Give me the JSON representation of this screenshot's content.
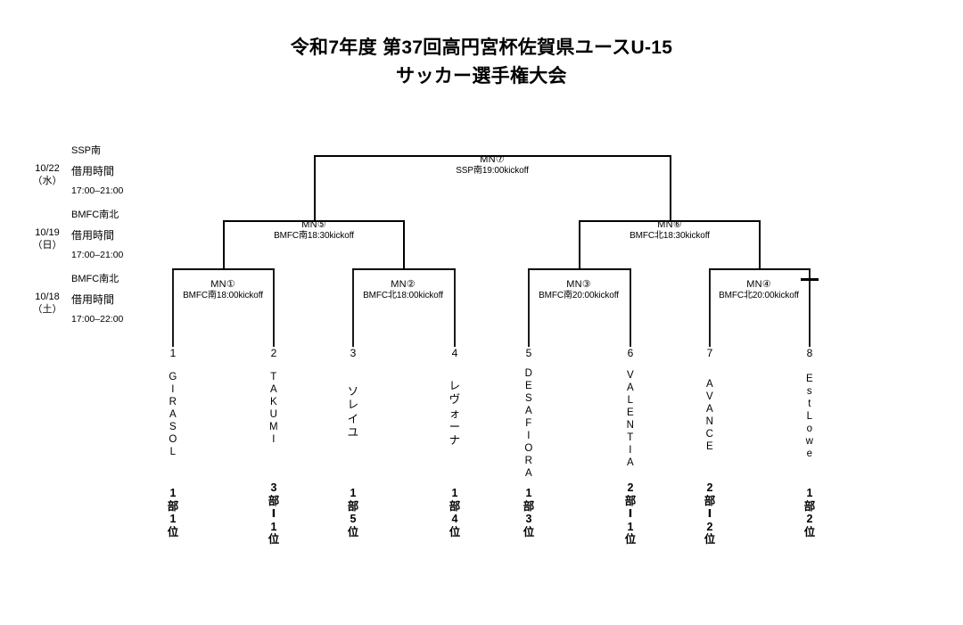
{
  "title": {
    "line1": "令和7年度 第37回高円宮杯佐賀県ユースU-15",
    "line2": "サッカー選手権大会"
  },
  "schedule": [
    {
      "venue": "SSP南",
      "date": "10/22\n（水）",
      "label": "借用時間",
      "time": "17:00–21:00"
    },
    {
      "venue": "BMFC南北",
      "date": "10/19\n（日）",
      "label": "借用時間",
      "time": "17:00–21:00"
    },
    {
      "venue": "BMFC南北",
      "date": "10/18\n（土）",
      "label": "借用時間",
      "time": "17:00–22:00"
    }
  ],
  "matches": [
    {
      "code": "MN①",
      "venue": "BMFC南18:00kickoff"
    },
    {
      "code": "MN②",
      "venue": "BMFC北18:00kickoff"
    },
    {
      "code": "MN③",
      "venue": "BMFC南20:00kickoff"
    },
    {
      "code": "MN④",
      "venue": "BMFC北20:00kickoff"
    },
    {
      "code": "MN⑤",
      "venue": "BMFC南18:30kickoff"
    },
    {
      "code": "MN⑥",
      "venue": "BMFC北18:30kickoff"
    },
    {
      "code": "MN⑦",
      "venue": "SSP南19:00kickoff"
    }
  ],
  "teams": [
    {
      "seed": "1",
      "name": "G\nI\nR\nA\nS\nO\nL",
      "rank": "1\n部\n1\n位"
    },
    {
      "seed": "2",
      "name": "T\nA\nK\nU\nM\nI",
      "rank": "3\n部\nⅠ\n1\n位"
    },
    {
      "seed": "3",
      "name": "ソ\nレ\nイ\nユ",
      "rank": "1\n部\n5\n位"
    },
    {
      "seed": "4",
      "name": "レ\nヴ\nォ\nー\nナ",
      "rank": "1\n部\n4\n位"
    },
    {
      "seed": "5",
      "name": "D\nE\nS\nA\nF\nI\nO\nR\nA",
      "rank": "1\n部\n3\n位"
    },
    {
      "seed": "6",
      "name": "V\nA\nL\nE\nN\nT\nI\nA",
      "rank": "2\n部\nⅠ\n1\n位"
    },
    {
      "seed": "7",
      "name": "A\nV\nA\nN\nC\nE",
      "rank": "2\n部\nⅠ\n2\n位"
    },
    {
      "seed": "8",
      "name": "E\ns\nt\nL\no\nw\ne",
      "rank": "1\n部\n2\n位"
    }
  ],
  "colors": {
    "line": "#000000",
    "text": "#000000",
    "background": "#ffffff"
  }
}
